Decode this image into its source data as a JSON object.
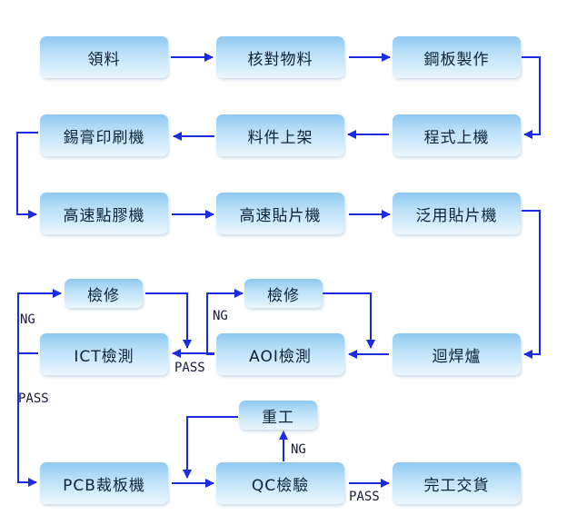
{
  "nodes": {
    "ling_liao": "領料",
    "he_dui_wu_liao": "核對物料",
    "gang_ban_zhi_zuo": "鋼板製作",
    "xi_gao_yin_shua_ji": "錫膏印刷機",
    "liao_jian_shang_jia": "料件上架",
    "cheng_shi_shang_ji": "程式上機",
    "gao_su_dian_jiao_ji": "高速點膠機",
    "gao_su_tie_pian_ji": "高速貼片機",
    "fan_yong_tie_pian_ji": "泛用貼片機",
    "jian_xiu_1": "檢修",
    "jian_xiu_2": "檢修",
    "ict_jian_ce": "ICT檢測",
    "aoi_jian_ce": "AOI檢測",
    "hui_han_lu": "迴焊爐",
    "zhong_gong": "重工",
    "pcb_cai_ban_ji": "PCB裁板機",
    "qc_jian_yan": "QC檢驗",
    "wan_gong_jiao_huo": "完工交貨"
  },
  "labels": {
    "ng_left": "NG",
    "ng_mid": "NG",
    "ng_qc": "NG",
    "pass_ict": "PASS",
    "pass_left": "PASS",
    "pass_qc": "PASS"
  },
  "colors": {
    "arrow": "#1b2be0",
    "box_top": "#8ec8f0",
    "box_bottom": "#eaf6fe",
    "text": "#0d2238"
  }
}
